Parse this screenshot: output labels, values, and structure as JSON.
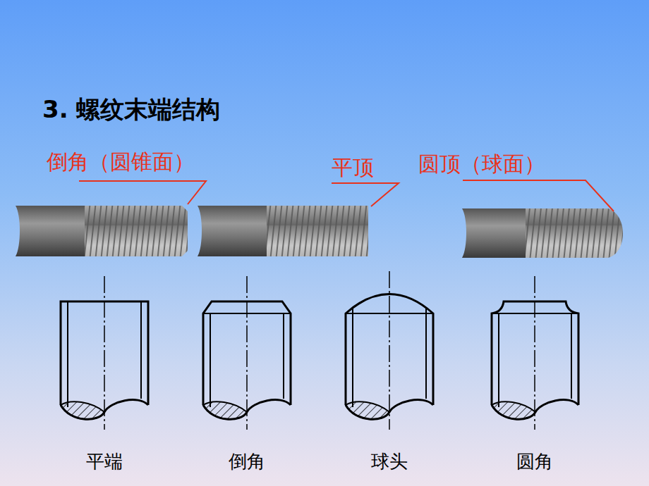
{
  "diagram": {
    "title": "3. 螺纹末端结构",
    "labels": [
      "倒角（圆锥面）",
      "平顶",
      "圆顶（球面）",
      "平端",
      "倒角",
      "球头",
      "圆角"
    ]
  }
}
